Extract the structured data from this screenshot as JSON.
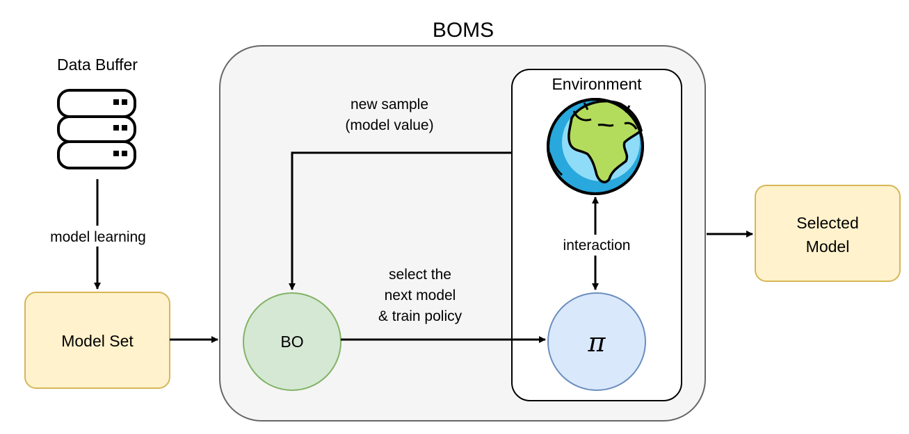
{
  "title": "BOMS",
  "data_buffer": {
    "label": "Data Buffer",
    "icon": "database-icon"
  },
  "edge_model_learning": "model learning",
  "model_set": {
    "label": "Model Set",
    "fill": "#fff2cc",
    "stroke": "#d6b656"
  },
  "bo_node": {
    "label": "BO",
    "fill": "#d5e8d4",
    "stroke": "#82b366"
  },
  "edge_select": [
    "select the",
    "next model",
    "& train policy"
  ],
  "edge_new_sample": [
    "new sample",
    "(model value)"
  ],
  "environment": {
    "label": "Environment",
    "icon": "globe-icon"
  },
  "policy_node": {
    "label": "π",
    "fill": "#dae8fc",
    "stroke": "#6c8ebf"
  },
  "edge_interaction": "interaction",
  "selected_model": {
    "label_lines": [
      "Selected",
      "Model"
    ],
    "fill": "#fff2cc",
    "stroke": "#d6b656"
  },
  "boms_container": {
    "fill": "#f5f5f5",
    "stroke": "#666666"
  }
}
